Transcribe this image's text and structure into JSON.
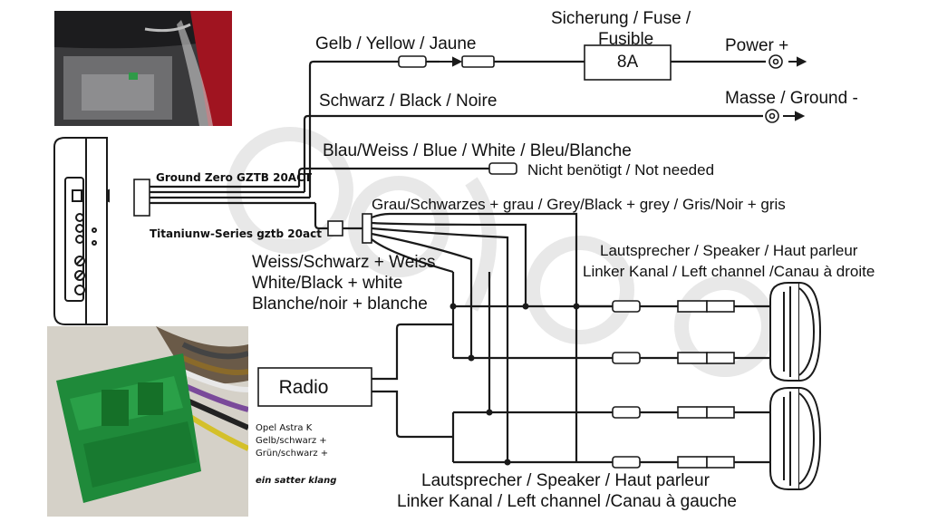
{
  "labels": {
    "yellow_wire": "Gelb / Yellow / Jaune",
    "fuse_title_1": "Sicherung / Fuse /",
    "fuse_title_2": "Fusible",
    "fuse_value": "8A",
    "power": "Power +",
    "black_wire": "Schwarz / Black / Noire",
    "ground": "Masse / Ground -",
    "blue_white_wire": "Blau/Weiss / Blue / White / Bleu/Blanche",
    "not_needed": "Nicht benötigt / Not needed",
    "grey_black_wire": "Grau/Schwarzes + grau /  Grey/Black + grey / Gris/Noir + gris",
    "speaker_right_1": "Lautsprecher / Speaker / Haut parleur",
    "speaker_right_2": "Linker Kanal / Left channel /Canau à droite",
    "white_black_1": "Weiss/Schwarz + Weiss",
    "white_black_2": "White/Black + white",
    "white_black_3": "Blanche/noir + blanche",
    "radio": "Radio",
    "speaker_left_1": "Lautsprecher / Speaker / Haut parleur",
    "speaker_left_2": "Linker Kanal / Left channel /Canau à gauche",
    "amp_model_1": "Ground Zero GZTB 20ACT",
    "amp_model_2": "Titaniunw-Series gztb 20act",
    "car_note_1": "Opel Astra K",
    "car_note_2": "Gelb/schwarz +",
    "car_note_3": "Grün/schwarz +",
    "car_note_4": "ein satter klang"
  },
  "colors": {
    "line": "#1a1a1a",
    "connector_green": "#1f8a3a",
    "car_red": "#a01420",
    "watermark": "#e4e4e4"
  }
}
